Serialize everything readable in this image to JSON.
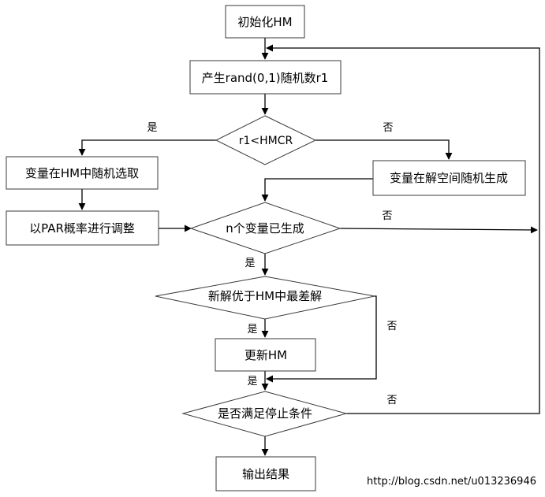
{
  "nodes": {
    "init": "初始化HM",
    "gen_r1": "产生rand(0,1)随机数r1",
    "cond_hmcr": "r1<HMCR",
    "select_hm": "变量在HM中随机选取",
    "gen_space": "变量在解空间随机生成",
    "adjust_par": "以PAR概率进行调整",
    "cond_n": "n个变量已生成",
    "cond_better": "新解优于HM中最差解",
    "update_hm": "更新HM",
    "cond_stop": "是否满足停止条件",
    "output": "输出结果"
  },
  "edge_labels": {
    "hmcr_yes": "是",
    "hmcr_no": "否",
    "n_no": "否",
    "n_yes": "是",
    "better_yes": "是",
    "better_no": "否",
    "stop_yes": "是",
    "stop_no": "否"
  },
  "watermark": "http://blog.csdn.net/u013236946"
}
